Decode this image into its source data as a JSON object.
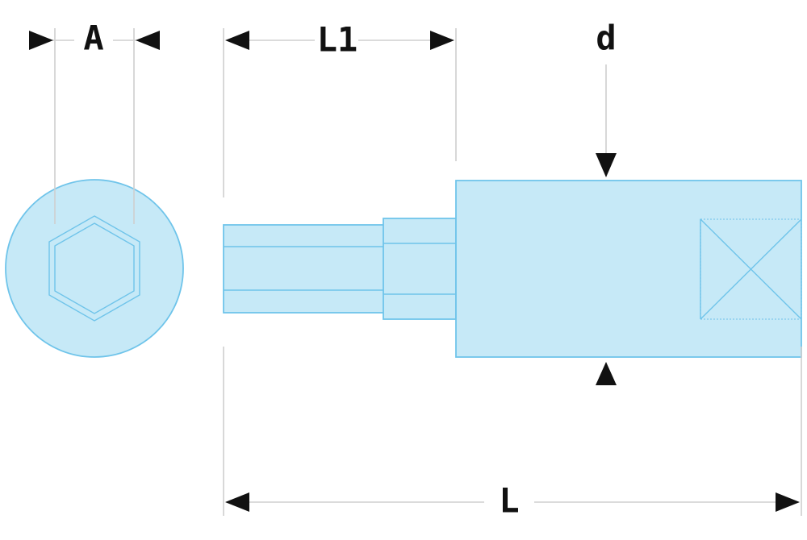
{
  "colors": {
    "part_fill": "#c6e9f7",
    "part_outline": "#6fc4ea",
    "dimension_line": "#cfcfcf",
    "arrow_and_text": "#111111",
    "background": "#ffffff"
  },
  "dimensions": {
    "A": "A",
    "L1": "L1",
    "d": "d",
    "L": "L"
  },
  "icons": {
    "end_view": "hex-socket-end-view-icon",
    "drive_square": "square-drive-icon"
  }
}
